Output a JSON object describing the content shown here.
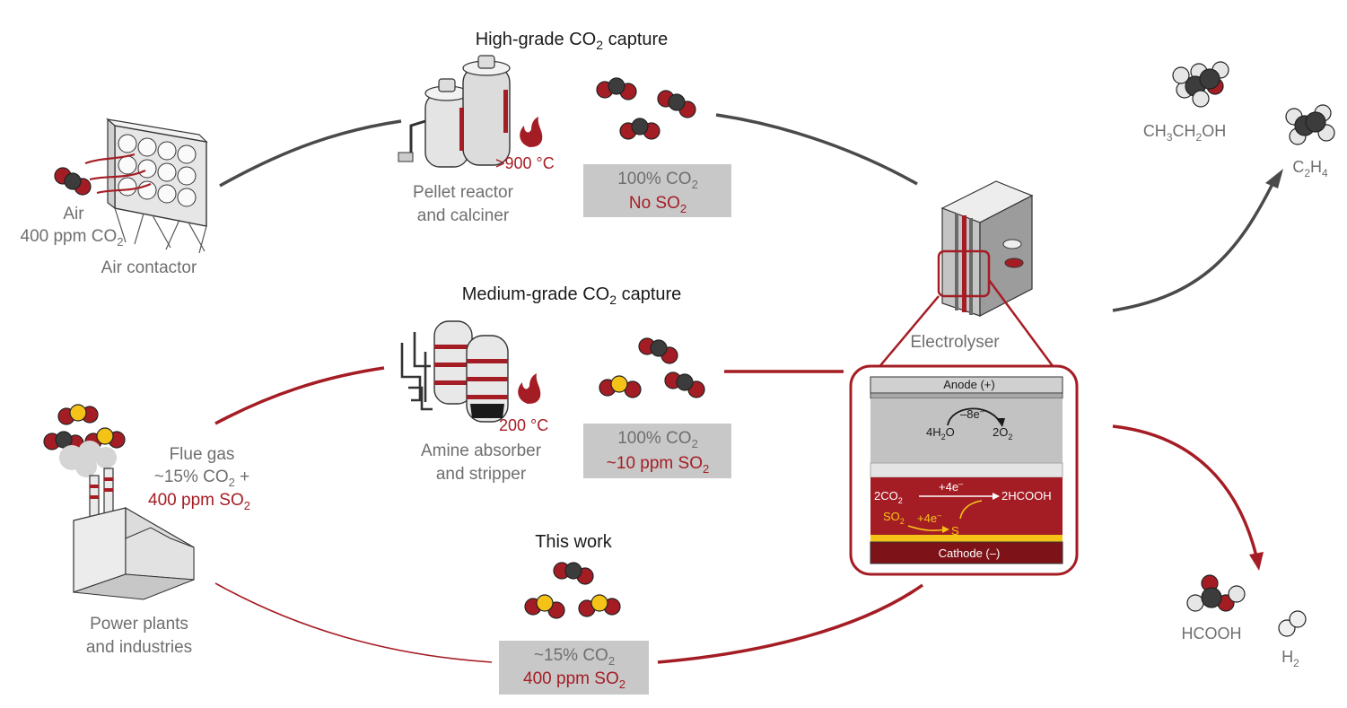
{
  "colors": {
    "red": "#a51d24",
    "dark_red": "#7d1318",
    "grey_text": "#6f6f6f",
    "dark_text": "#1a1a1a",
    "box_grey": "#c8c8c8",
    "yellow": "#f5c318",
    "carbon": "#3c3c3c"
  },
  "high_grade": {
    "title": "High-grade CO",
    "title_sub": "2",
    "title_tail": " capture",
    "temp": ">900 °C",
    "device_line1": "Pellet reactor",
    "device_line2": "and calciner",
    "box_line1": "100% CO",
    "box_line1_sub": "2",
    "box_line2": "No SO",
    "box_line2_sub": "2"
  },
  "air": {
    "line1": "Air",
    "line2": "400 ppm CO",
    "line2_sub": "2",
    "contactor": "Air contactor"
  },
  "medium_grade": {
    "title": "Medium-grade CO",
    "title_sub": "2",
    "title_tail": " capture",
    "temp": "200 °C",
    "device_line1": "Amine absorber",
    "device_line2": "and stripper",
    "box_line1": "100% CO",
    "box_line1_sub": "2",
    "box_line2": "~10 ppm SO",
    "box_line2_sub": "2"
  },
  "flue": {
    "line1": "Flue gas",
    "line2": "~15% CO",
    "line2_sub": "2",
    "line2_tail": " +",
    "line3": "400 ppm SO",
    "line3_sub": "2"
  },
  "power": {
    "line1": "Power plants",
    "line2": "and industries"
  },
  "this_work": {
    "title": "This work",
    "box_line1": "~15% CO",
    "box_line1_sub": "2",
    "box_line2": "400 ppm SO",
    "box_line2_sub": "2"
  },
  "electrolyser": {
    "label": "Electrolyser",
    "anode": "Anode (+)",
    "cathode": "Cathode (–)",
    "anode_electrons": "–8e",
    "anode_electrons_sup": "–",
    "anode_reactant": "4H",
    "anode_reactant_sub": "2",
    "anode_reactant_tail": "O",
    "anode_product": "2O",
    "anode_product_sub": "2",
    "co2_reactant": "2CO",
    "co2_reactant_sub": "2",
    "co2_electrons": "+4e",
    "co2_electrons_sup": "–",
    "co2_product": "2HCOOH",
    "so2_reactant": "SO",
    "so2_reactant_sub": "2",
    "so2_electrons": "+4e",
    "so2_electrons_sup": "–",
    "so2_product": "S"
  },
  "products": {
    "ethanol": "CH",
    "ethanol_sub1": "3",
    "ethanol_mid": "CH",
    "ethanol_sub2": "2",
    "ethanol_tail": "OH",
    "ethylene": "C",
    "ethylene_sub1": "2",
    "ethylene_mid": "H",
    "ethylene_sub2": "4",
    "formic": "HCOOH",
    "hydrogen": "H",
    "hydrogen_sub": "2"
  }
}
